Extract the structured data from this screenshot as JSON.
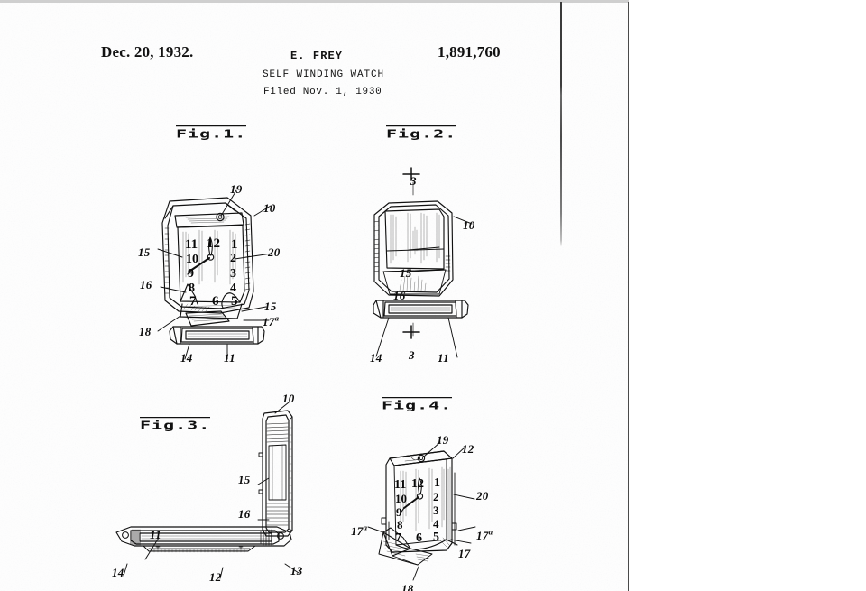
{
  "document": {
    "type": "patent-drawing-sheet",
    "date": "Dec. 20, 1932.",
    "inventor": "E. FREY",
    "title": "SELF WINDING WATCH",
    "filed": "Filed Nov. 1, 1930",
    "patent_number": "1,891,760"
  },
  "figures": [
    {
      "id": "fig1",
      "caption": "Fig.1.",
      "description": "front elevation of watch with dial exposed and cover open",
      "reference_numerals": [
        "19",
        "10",
        "15",
        "20",
        "16",
        "15",
        "17a",
        "18",
        "14",
        "11"
      ],
      "dial_numerals": [
        "11",
        "12",
        "1",
        "10",
        "2",
        "9",
        "3",
        "8",
        "4",
        "7",
        "6",
        "5"
      ]
    },
    {
      "id": "fig2",
      "caption": "Fig.2.",
      "description": "rear elevation of closed watch case",
      "reference_numerals": [
        "3",
        "10",
        "15",
        "16",
        "14",
        "3",
        "11"
      ],
      "section_marks": [
        "3",
        "3"
      ]
    },
    {
      "id": "fig3",
      "caption": "Fig.3.",
      "description": "sectional side view taken on line 3-3 showing cover swung open",
      "reference_numerals": [
        "10",
        "15",
        "16",
        "11",
        "14",
        "12",
        "13"
      ]
    },
    {
      "id": "fig4",
      "caption": "Fig.4.",
      "description": "perspective view of watch with flap partly unfolded",
      "reference_numerals": [
        "19",
        "12",
        "20",
        "17a",
        "17a",
        "17",
        "18"
      ],
      "dial_numerals": [
        "11",
        "12",
        "1",
        "10",
        "2",
        "9",
        "3",
        "8",
        "4",
        "7",
        "6",
        "5"
      ]
    }
  ],
  "colors": {
    "ink": "#0d0d0d",
    "paper": "#fdfdfd",
    "page_edge": "#4a4a4a",
    "scan_artifact": "#3a3a3a"
  },
  "dial_numerals": {
    "left_column": [
      "11",
      "10",
      "9",
      "8",
      "7"
    ],
    "center_column": [
      "12",
      "6"
    ],
    "right_column": [
      "1",
      "2",
      "3",
      "4",
      "5"
    ]
  }
}
